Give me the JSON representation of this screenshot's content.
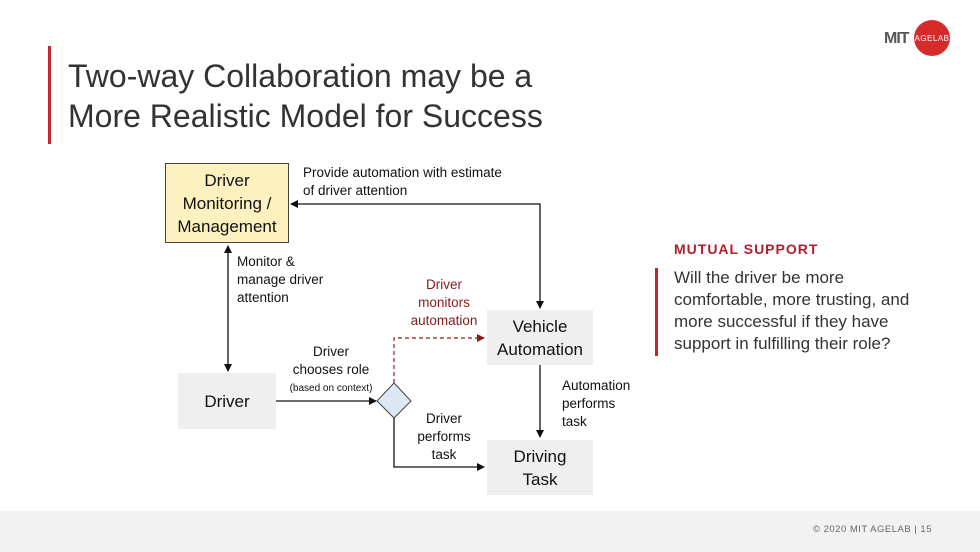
{
  "slide": {
    "title_line1": "Two-way Collaboration may be a",
    "title_line2": "More Realistic Model for Success",
    "logo": {
      "mit": "MIT",
      "agelab": "AGELAB"
    },
    "accent_color": "#c0282e"
  },
  "diagram": {
    "nodes": {
      "driver_monitoring": "Driver\nMonitoring /\nManagement",
      "driver": "Driver",
      "vehicle_automation": "Vehicle\nAutomation",
      "driving_task": "Driving\nTask"
    },
    "labels": {
      "provide_estimate": "Provide automation with estimate\nof driver attention",
      "monitor_manage": "Monitor &\nmanage driver\nattention",
      "driver_monitors_automation": "Driver\nmonitors\nautomation",
      "driver_chooses_role": "Driver\nchooses role",
      "based_on_context": "(based on context)",
      "driver_performs_task": "Driver\nperforms\ntask",
      "automation_performs_task": "Automation\nperforms\ntask"
    }
  },
  "sidebar": {
    "heading": "MUTUAL SUPPORT",
    "body": "Will the driver be more comfortable, more trusting, and more successful if they have support in fulfilling their role?"
  },
  "footer": {
    "text": "© 2020 MIT AGELAB  |  15"
  }
}
